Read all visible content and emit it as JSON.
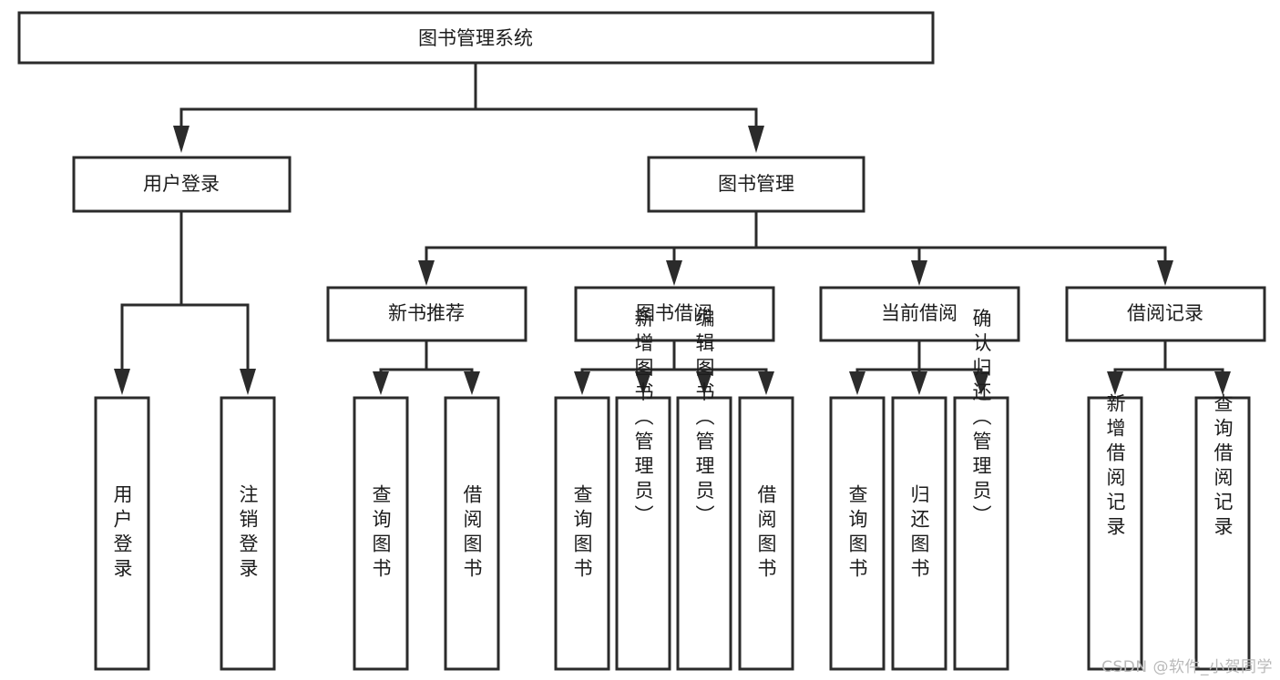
{
  "diagram": {
    "type": "tree-hierarchy",
    "title": "图书管理系统",
    "watermark": "CSDN @软件_小贺同学",
    "colors": {
      "box_stroke": "#2b2b2b",
      "box_fill": "#ffffff",
      "text": "#1c1c1c",
      "connector": "#2b2b2b",
      "background": "#ffffff",
      "watermark": "#b9b9b9"
    },
    "levels": {
      "root": {
        "label": "图书管理系统",
        "orientation": "horizontal"
      },
      "level1": [
        {
          "id": "user-login",
          "label": "用户登录",
          "orientation": "horizontal"
        },
        {
          "id": "book-manage",
          "label": "图书管理",
          "orientation": "horizontal"
        }
      ],
      "level2": [
        {
          "id": "new-book-recommend",
          "label": "新书推荐",
          "orientation": "horizontal",
          "parent": "book-manage"
        },
        {
          "id": "book-borrow",
          "label": "图书借阅",
          "orientation": "horizontal",
          "parent": "book-manage"
        },
        {
          "id": "current-borrow",
          "label": "当前借阅",
          "orientation": "horizontal",
          "parent": "book-manage"
        },
        {
          "id": "borrow-record",
          "label": "借阅记录",
          "orientation": "horizontal",
          "parent": "book-manage"
        }
      ],
      "leaves": [
        {
          "id": "leaf-user-login",
          "label": "用户登录",
          "orientation": "vertical",
          "parent": "user-login"
        },
        {
          "id": "leaf-user-logout",
          "label": "注销登录",
          "orientation": "vertical",
          "parent": "user-login"
        },
        {
          "id": "leaf-query-book-1",
          "label": "查询图书",
          "orientation": "vertical",
          "parent": "new-book-recommend"
        },
        {
          "id": "leaf-borrow-book-1",
          "label": "借阅图书",
          "orientation": "vertical",
          "parent": "new-book-recommend"
        },
        {
          "id": "leaf-query-book-2",
          "label": "查询图书",
          "orientation": "vertical",
          "parent": "book-borrow"
        },
        {
          "id": "leaf-add-book",
          "label": "新增图书（管理员）",
          "orientation": "vertical",
          "parent": "book-borrow"
        },
        {
          "id": "leaf-edit-book",
          "label": "编辑图书（管理员）",
          "orientation": "vertical",
          "parent": "book-borrow"
        },
        {
          "id": "leaf-borrow-book-2",
          "label": "借阅图书",
          "orientation": "vertical",
          "parent": "book-borrow"
        },
        {
          "id": "leaf-query-book-3",
          "label": "查询图书",
          "orientation": "vertical",
          "parent": "current-borrow"
        },
        {
          "id": "leaf-return-book",
          "label": "归还图书",
          "orientation": "vertical",
          "parent": "current-borrow"
        },
        {
          "id": "leaf-confirm-return",
          "label": "确认归还（管理员）",
          "orientation": "vertical",
          "parent": "current-borrow"
        },
        {
          "id": "leaf-add-record",
          "label": "新增借阅记录",
          "orientation": "vertical",
          "parent": "borrow-record"
        },
        {
          "id": "leaf-query-record",
          "label": "查询借阅记录",
          "orientation": "vertical",
          "parent": "borrow-record"
        }
      ]
    }
  }
}
